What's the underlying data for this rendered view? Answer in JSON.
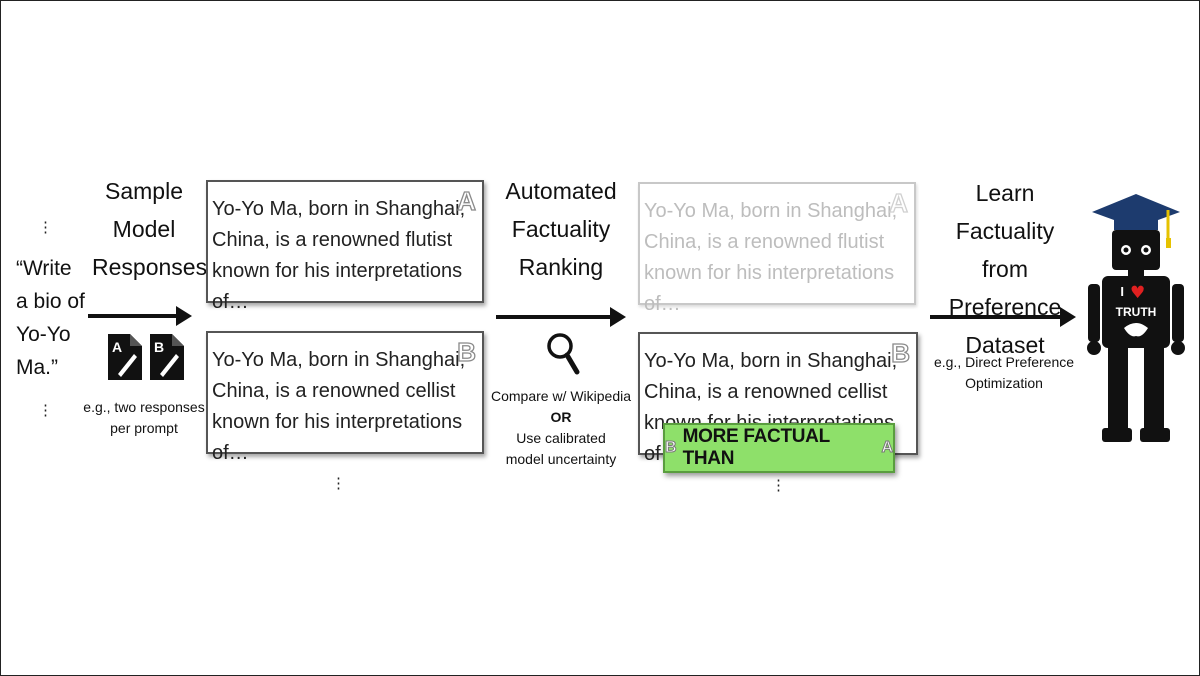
{
  "prompt": {
    "text_lines": [
      "“Write",
      "a bio of",
      "Yo-Yo",
      "Ma.”"
    ]
  },
  "ellipsis": "⋮",
  "stage1": {
    "title_lines": [
      "Sample",
      "Model",
      "Responses"
    ],
    "note_lines": [
      "e.g., two responses",
      "per prompt"
    ],
    "file_icon_labels": [
      "A",
      "B"
    ]
  },
  "cards_left": [
    {
      "label": "A",
      "lines": [
        "Yo-Yo Ma, born in Shanghai,",
        "China, is a renowned flutist",
        "known for his interpretations of…"
      ]
    },
    {
      "label": "B",
      "lines": [
        "Yo-Yo Ma, born in Shanghai,",
        "China, is a renowned cellist",
        "known for his interpretations of…"
      ]
    }
  ],
  "stage2": {
    "title_lines": [
      "Automated",
      "Factuality",
      "Ranking"
    ],
    "option1": "Compare w/ Wikipedia",
    "or_label": "OR",
    "option2_lines": [
      "Use calibrated",
      "model uncertainty"
    ]
  },
  "cards_right": [
    {
      "label": "A",
      "lines": [
        "Yo-Yo Ma, born in Shanghai,",
        "China, is a renowned flutist",
        "known for his interpretations of…"
      ]
    },
    {
      "label": "B",
      "lines": [
        "Yo-Yo Ma, born in Shanghai,",
        "China, is a renowned cellist",
        "known for his interpretations of…"
      ]
    }
  ],
  "banner": {
    "left_label": "B",
    "text": "MORE FACTUAL THAN",
    "right_label": "A"
  },
  "stage3": {
    "title_lines": [
      "Learn Factuality",
      "from Preference",
      "Dataset"
    ],
    "note_lines": [
      "e.g., Direct Preference",
      "Optimization"
    ]
  },
  "robot": {
    "line1_prefix": "I",
    "heart": "♥",
    "line2": "TRUTH"
  },
  "colors": {
    "banner_green": "#8ee06a",
    "heart_red": "#e02020",
    "cap_blue": "#1d3b6e"
  }
}
